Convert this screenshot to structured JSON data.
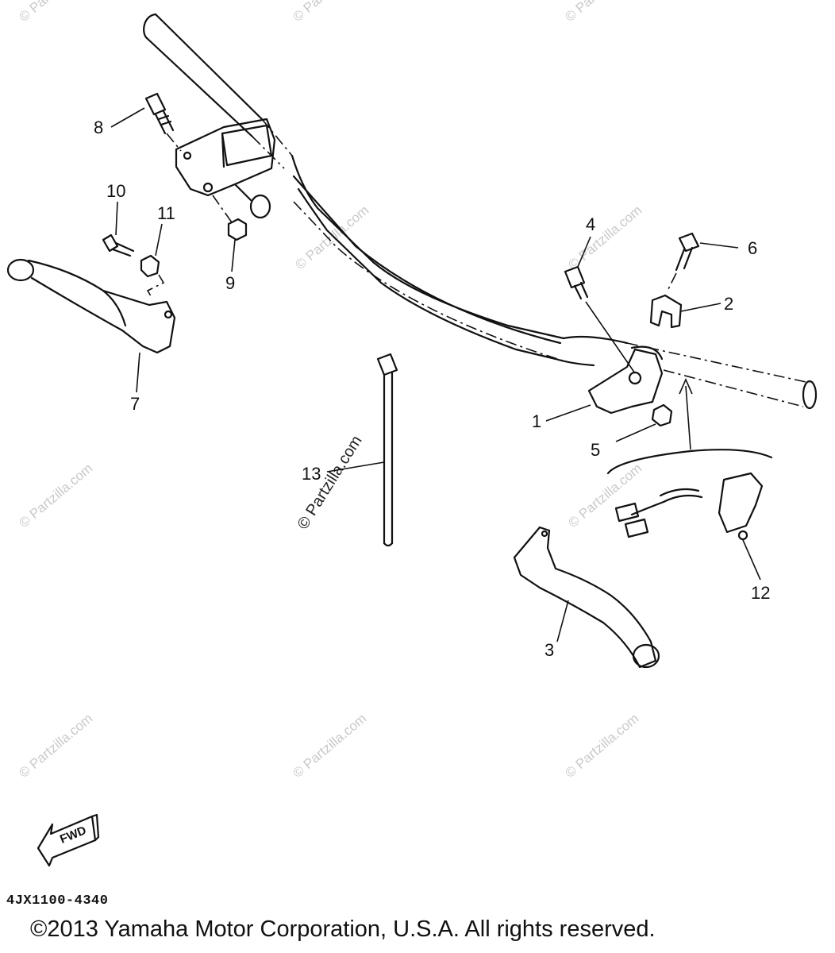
{
  "watermark": "© Partzilla.com",
  "diagram_code": "4JX1100-4340",
  "copyright": "©2013  Yamaha Motor Corporation, U.S.A. All rights reserved.",
  "fwd_label": "FWD",
  "callouts": [
    "1",
    "2",
    "3",
    "4",
    "5",
    "6",
    "7",
    "8",
    "9",
    "10",
    "11",
    "12",
    "13"
  ]
}
